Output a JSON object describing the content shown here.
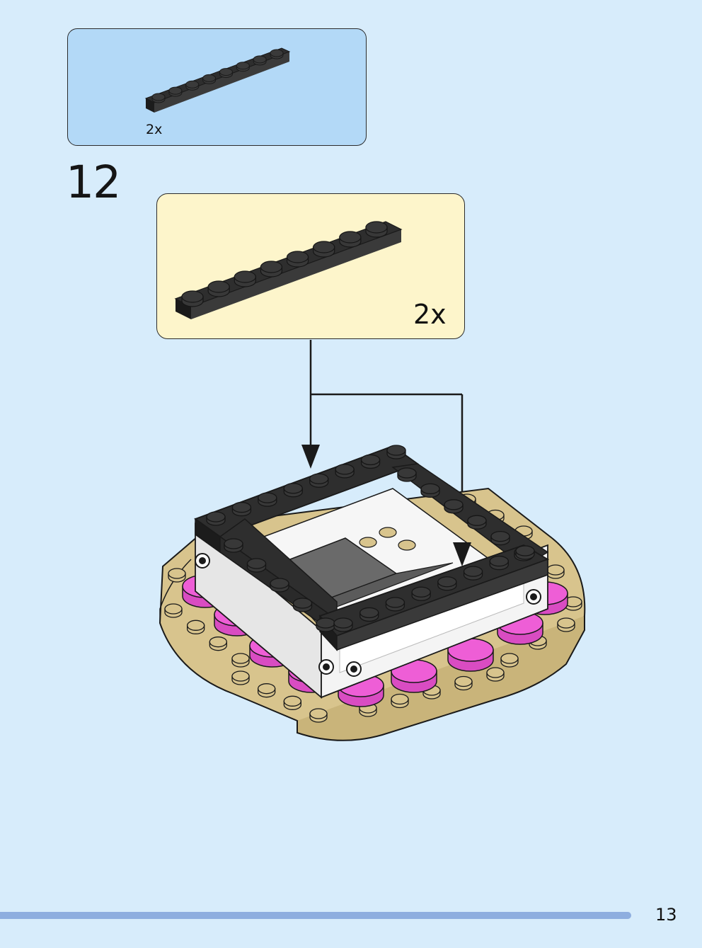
{
  "page": {
    "background": "#d7ecfb",
    "page_number": "13"
  },
  "parts_list": {
    "items": [
      {
        "icon": "black-plate-1x10-icon",
        "color": "#2e2e2e",
        "quantity": "2x"
      }
    ]
  },
  "step": {
    "number": "12",
    "callout": {
      "icon": "black-plate-1x10-icon",
      "quantity": "2x",
      "background": "#fdf5cb"
    },
    "model": {
      "icon": "assembled-base-model-icon",
      "colors": {
        "tan": "#d8c48d",
        "pink": "#ee5ed6",
        "white": "#f4f4f4",
        "black": "#2e2e2e",
        "dark_gray": "#6a6a6a"
      }
    }
  },
  "footer": {
    "bar_color": "#8eaedf"
  }
}
